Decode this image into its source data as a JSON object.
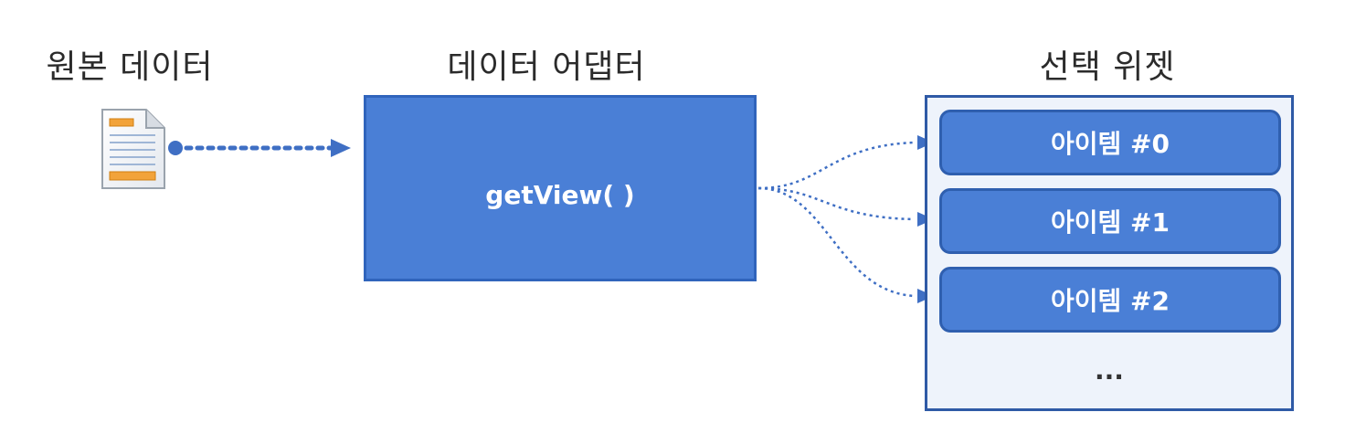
{
  "headings": {
    "source_data": "원본 데이터",
    "data_adapter": "데이터 어댑터",
    "selection_widget": "선택 위젯"
  },
  "adapter": {
    "method_label": "getView( )"
  },
  "widget": {
    "items": [
      "아이템 #0",
      "아이템 #1",
      "아이템 #2"
    ],
    "more": "..."
  },
  "icons": {
    "source": "document-icon"
  },
  "colors": {
    "box_fill": "#4a7fd6",
    "box_border": "#3064bc",
    "widget_fill": "#eef3fb",
    "arrow": "#3f6fc4"
  }
}
